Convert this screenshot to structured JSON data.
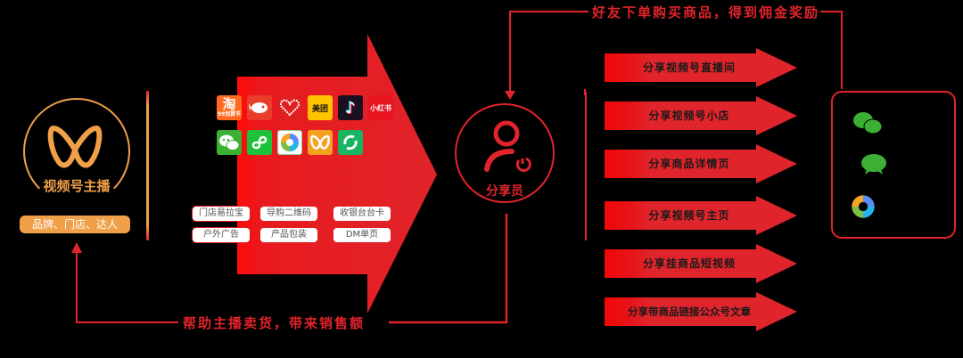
{
  "diagram": {
    "anchor": {
      "title": "视频号主播",
      "subtitle": "品牌、门店、达人",
      "icon": "channels-butterfly-icon",
      "color": "#f0a048"
    },
    "traffic_sources": {
      "apps": [
        {
          "name": "taobao",
          "label": "淘",
          "sub": "99划算节",
          "color": "#ff6a1f"
        },
        {
          "name": "jd",
          "label": "🐶",
          "color": "#e83d2a"
        },
        {
          "name": "pinduoduo",
          "label": "❤",
          "color": "#e02020"
        },
        {
          "name": "meituan",
          "label": "美团",
          "color": "#ffc300"
        },
        {
          "name": "douyin",
          "label": "♪",
          "color": "#1a1020"
        },
        {
          "name": "xiaohongshu",
          "label": "小红书",
          "color": "#e8141f"
        },
        {
          "name": "wechat",
          "label": "💬",
          "color": "#3cb034"
        },
        {
          "name": "mini-program",
          "label": "ꝏ",
          "color": "#1dc23a"
        },
        {
          "name": "moments",
          "label": "◎",
          "color": "#ffffff"
        },
        {
          "name": "channels",
          "label": "W",
          "color": "#f5a020"
        },
        {
          "name": "wechat-work",
          "label": "↻",
          "color": "#18b462"
        }
      ],
      "offline_channels": [
        "门店易拉宝",
        "导购二维码",
        "收银台台卡",
        "户外广告",
        "产品包装",
        "DM单页"
      ]
    },
    "sharer": {
      "label": "分享员"
    },
    "share_targets": [
      "分享视频号直播间",
      "分享视频号小店",
      "分享商品详情页",
      "分享视频号主页",
      "分享挂商品短视频",
      "分享带商品链接公众号文章"
    ],
    "friends_box": {
      "items": [
        {
          "icon": "wechat-chat-icon"
        },
        {
          "icon": "wechat-group-icon"
        },
        {
          "icon": "moments-icon"
        }
      ]
    },
    "top_caption": "好友下单购买商品，得到佣金奖励",
    "bottom_caption": "帮助主播卖货，带来销售额",
    "accent_color": "#e0242b"
  }
}
